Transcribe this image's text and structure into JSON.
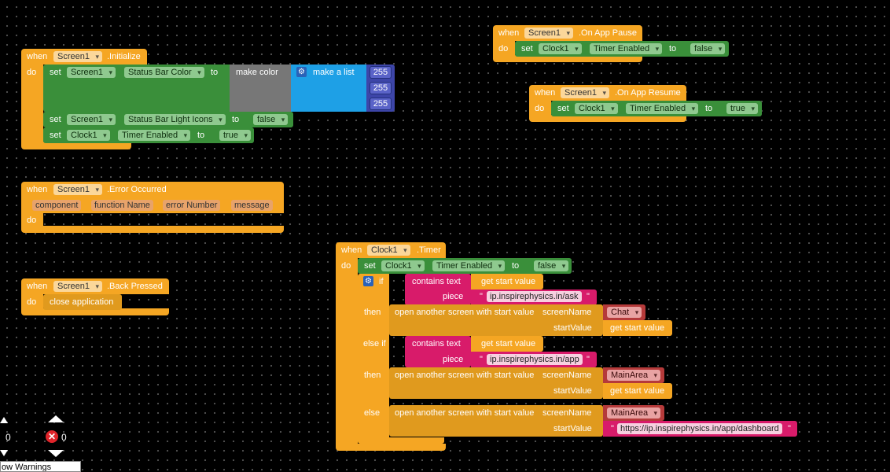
{
  "kw": {
    "when": "when",
    "do": "do",
    "set": "set",
    "to": "to",
    "if": "if",
    "then": "then",
    "else_if": "else if",
    "else": "else",
    "piece": "piece",
    "quote": "\""
  },
  "init": {
    "component": "Screen1",
    "event": ".Initialize",
    "set1_comp": "Screen1",
    "set1_prop": "Status Bar Color",
    "make_color": "make color",
    "make_list": "make a list",
    "nums": [
      "255",
      "255",
      "255"
    ],
    "set2_comp": "Screen1",
    "set2_prop": "Status Bar Light Icons",
    "set2_val": "false",
    "set3_comp": "Clock1",
    "set3_prop": "Timer Enabled",
    "set3_val": "true"
  },
  "error": {
    "component": "Screen1",
    "event": ".Error Occurred",
    "params": [
      "component",
      "function Name",
      "error Number",
      "message"
    ]
  },
  "back": {
    "component": "Screen1",
    "event": ".Back Pressed",
    "action": "close application"
  },
  "pause": {
    "component": "Screen1",
    "event": ".On App Pause",
    "set_comp": "Clock1",
    "set_prop": "Timer Enabled",
    "set_val": "false"
  },
  "resume": {
    "component": "Screen1",
    "event": ".On App Resume",
    "set_comp": "Clock1",
    "set_prop": "Timer Enabled",
    "set_val": "true"
  },
  "timer": {
    "component": "Clock1",
    "event": ".Timer",
    "set_comp": "Clock1",
    "set_prop": "Timer Enabled",
    "set_val": "false",
    "contains_text": "contains  text",
    "get_start": "get start value",
    "piece1": "ip.inspirephysics.in/ask",
    "piece2": "ip.inspirephysics.in/app",
    "open_screen": "open another screen with start value",
    "screen_name": "screenName",
    "start_value": "startValue",
    "screen1": "Chat",
    "screen2": "MainArea",
    "screen3": "MainArea",
    "url": "https://ip.inspirephysics.in/app/dashboard"
  },
  "hud": {
    "warnings_count": "0",
    "errors_count": "0",
    "show_warnings": "ow Warnings"
  },
  "colors": {
    "event": "#f5a623",
    "component": "#3a8f3a",
    "color": "#777777",
    "list": "#1ea0e6",
    "math": "#3d45a8",
    "text": "#d81b6a",
    "screen": "#b53a3a"
  }
}
